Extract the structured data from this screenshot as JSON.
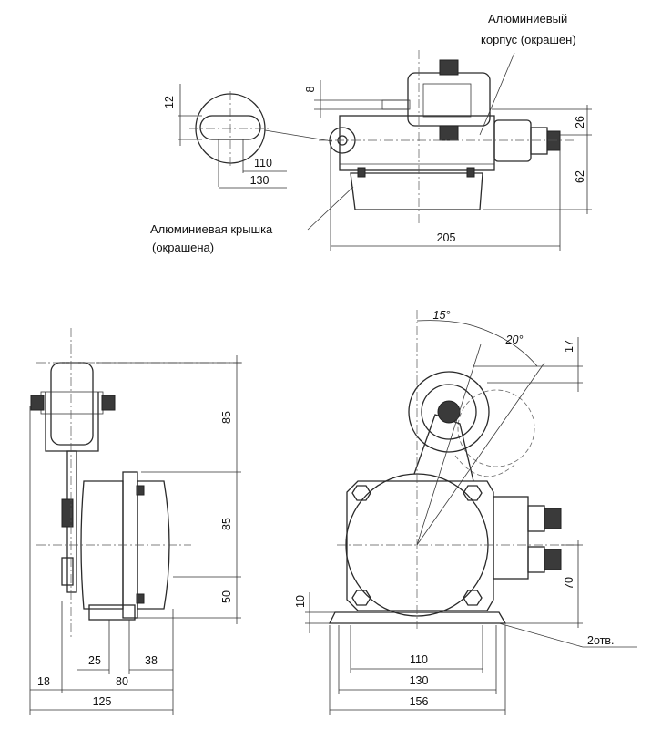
{
  "labels": {
    "housing": [
      "Алюминиевый",
      "корпус (окрашен)"
    ],
    "cover": [
      "Алюминиевая крышка",
      "(окрашена)"
    ],
    "holes": "2отв."
  },
  "dimensions": {
    "slot_12": "12",
    "slot_110": "110",
    "slot_130": "130",
    "top_8": "8",
    "top_26": "26",
    "top_62": "62",
    "top_205": "205",
    "side_85a": "85",
    "side_85b": "85",
    "side_50": "50",
    "side_25": "25",
    "side_38": "38",
    "side_18": "18",
    "side_80": "80",
    "side_125": "125",
    "front_17": "17",
    "front_70": "70",
    "front_10": "10",
    "front_110": "110",
    "front_130": "130",
    "front_156": "156",
    "angle_15": "15°",
    "angle_20": "20°"
  }
}
